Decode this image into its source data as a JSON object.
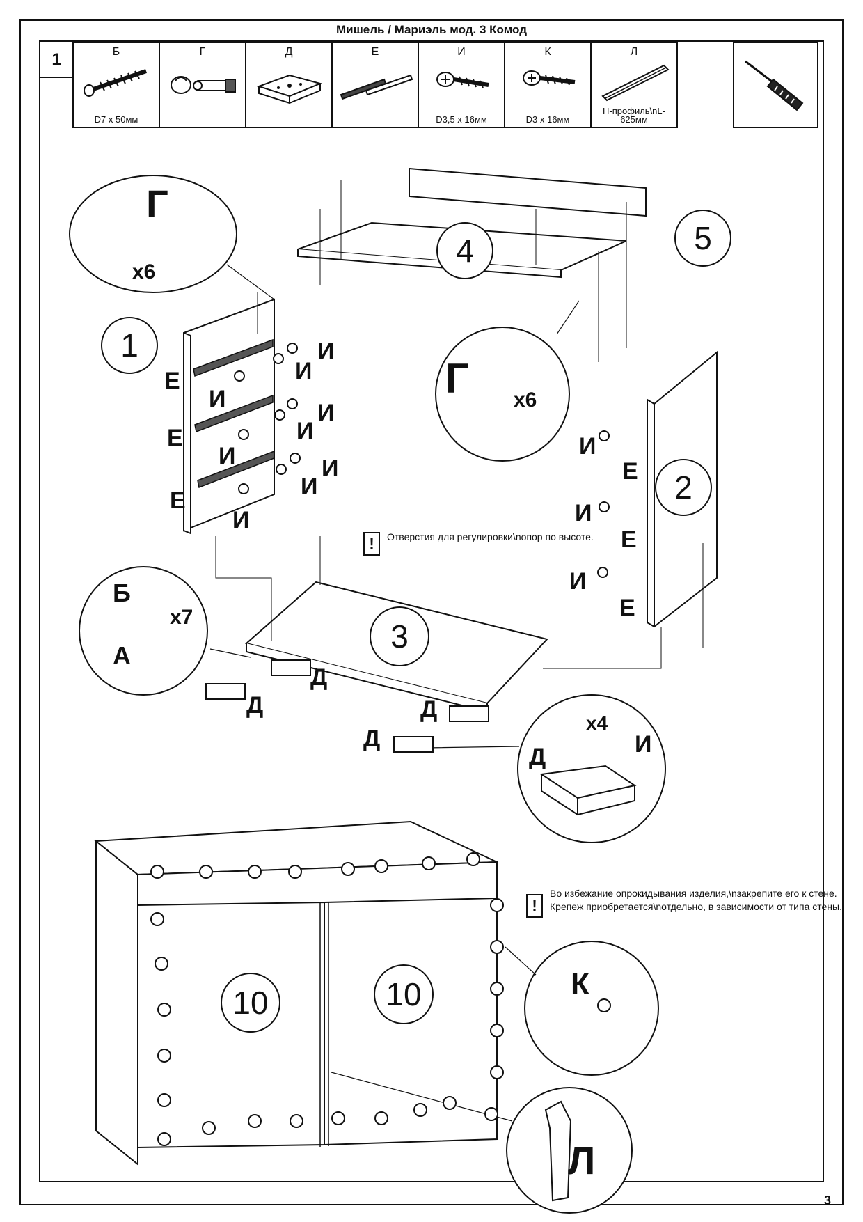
{
  "header": {
    "title": "Мишель / Мариэль мод. 3 Комод",
    "step": "1",
    "page_number": "3"
  },
  "parts": [
    {
      "letter": "Б",
      "caption": "D7 x 50мм",
      "icon": "confirmat-screw-icon"
    },
    {
      "letter": "Г",
      "caption": "",
      "icon": "eccentric-coupler-icon"
    },
    {
      "letter": "Д",
      "caption": "",
      "icon": "support-block-icon"
    },
    {
      "letter": "Е",
      "caption": "",
      "icon": "drawer-rail-icon"
    },
    {
      "letter": "И",
      "caption": "D3,5 x 16мм",
      "icon": "wood-screw-icon"
    },
    {
      "letter": "К",
      "caption": "D3 x 16мм",
      "icon": "wood-screw-icon"
    },
    {
      "letter": "Л",
      "caption": "Н-профиль\\nL-625мм",
      "icon": "h-profile-icon"
    }
  ],
  "tool": {
    "icon": "screwdriver-icon"
  },
  "panels": {
    "p1": "1",
    "p2": "2",
    "p3": "3",
    "p4": "4",
    "p5": "5",
    "p10a": "10",
    "p10b": "10"
  },
  "callouts": {
    "g_top": {
      "letter": "Г",
      "qty": "x6"
    },
    "g_mid": {
      "letter": "Г",
      "qty": "x6"
    },
    "b_left": {
      "letter": "Б",
      "qty": "x7",
      "tool_letter": "А"
    },
    "d_detail": {
      "qty": "x4",
      "letter_d": "Д",
      "letter_i": "И"
    },
    "k_detail": {
      "letter": "К"
    },
    "l_detail": {
      "letter": "Л"
    }
  },
  "labels": {
    "E": "Е",
    "I": "И",
    "D": "Д"
  },
  "notes": {
    "adjust": "Отверстия для регулировки\\nопор по высоте.",
    "wall": "Во избежание опрокидывания изделия,\\nзакрепите его к стене. Крепеж приобретается\\nотдельно, в зависимости от типа стены.",
    "mark": "!"
  }
}
